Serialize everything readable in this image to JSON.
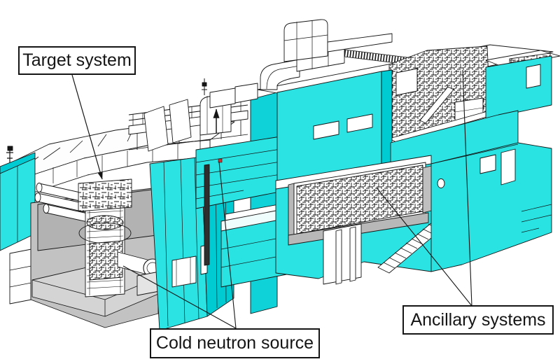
{
  "meta": {
    "description": "Isometric cutaway technical line drawing of a spallation neutron source facility",
    "background": "#ffffff"
  },
  "colors": {
    "wall_cyan": "#2BE3E3",
    "wall_cyan_dark": "#00CBD2",
    "concrete_gray": "#C2C2C2",
    "concrete_gray_dark": "#AFAFAF",
    "floor_gray": "#D2D2D2",
    "line_black": "#151515",
    "accent_red": "#CC3333"
  },
  "callouts": [
    {
      "id": "target-system",
      "text": "Target system"
    },
    {
      "id": "cold-neutron-source",
      "text": "Cold neutron source"
    },
    {
      "id": "ancillary-systems",
      "text": "Ancillary systems"
    }
  ]
}
